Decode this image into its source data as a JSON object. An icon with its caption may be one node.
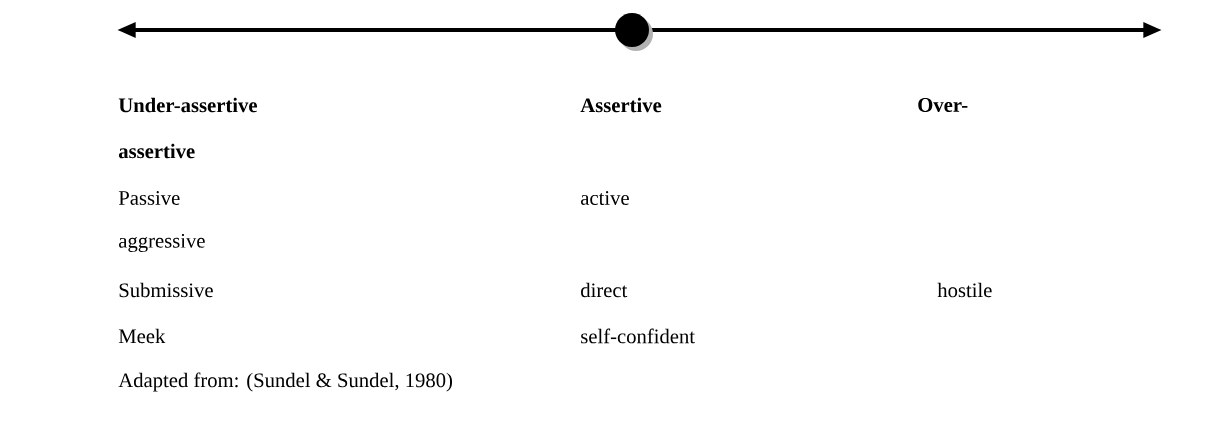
{
  "diagram": {
    "caption": "Adapted from: (Sundel & Sundel, 1980)",
    "labels": [
      "Under-assertive",
      "Assertive",
      "Over-",
      "assertive",
      "Passive",
      "active",
      "aggressive",
      "Submissive",
      "direct",
      "hostile",
      "Meek",
      "self-confident"
    ]
  }
}
